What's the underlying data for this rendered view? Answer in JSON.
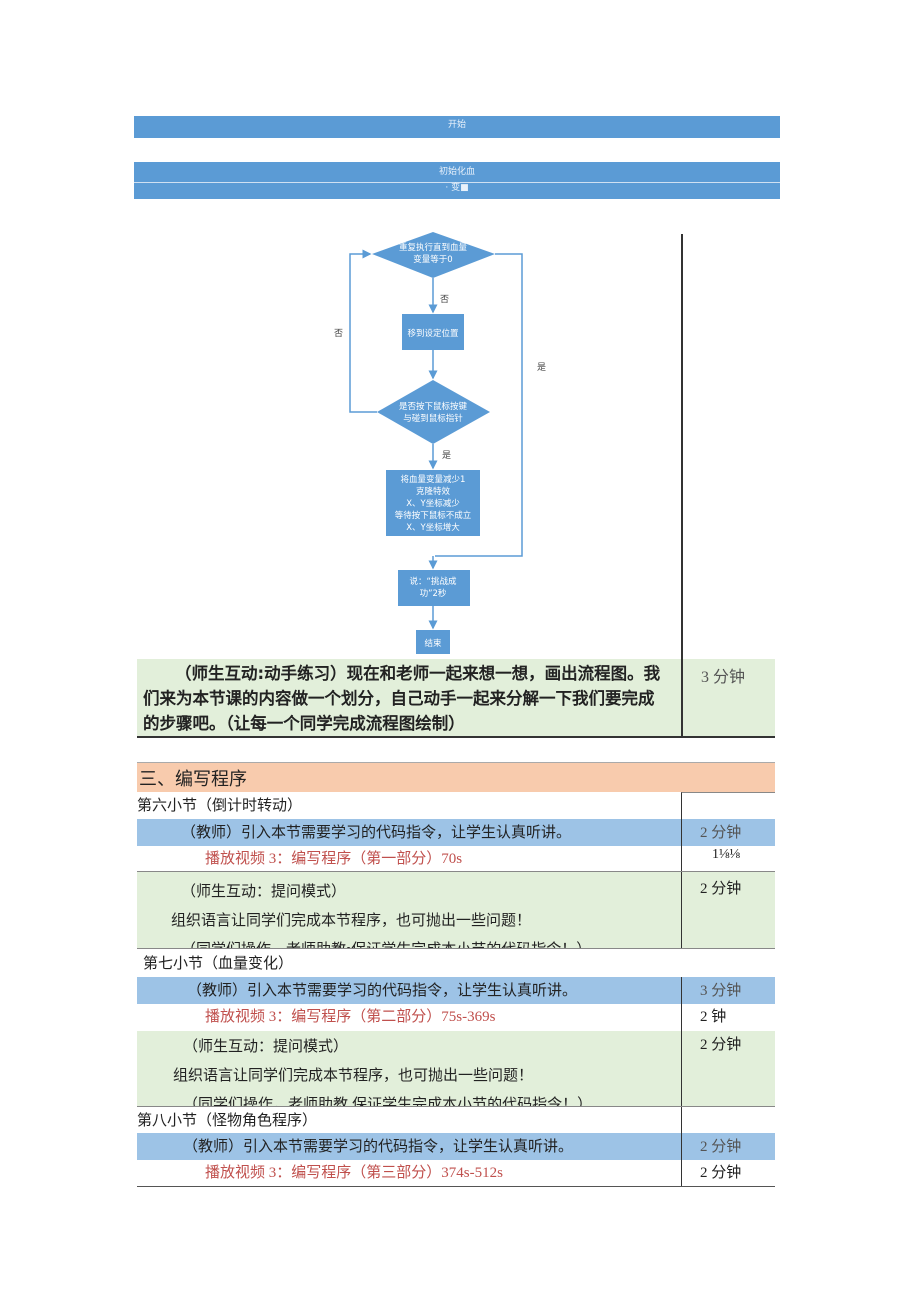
{
  "flowchart_top": {
    "start": "开始",
    "init_line1": "初始化血",
    "init_line2": "· 变■"
  },
  "flowchart": {
    "loop": [
      "重复执行直到血量",
      "变量等于0"
    ],
    "no_label_1": "否",
    "move": "移到设定位置",
    "no_label_2": "否",
    "yes_label_right": "是",
    "check": [
      "是否按下鼠标按键",
      "与碰到鼠标指针"
    ],
    "yes_label_2": "是",
    "action": [
      "将血量变量减少1",
      "克隆特效",
      "X、Y坐标减少",
      "等待按下鼠标不成立",
      "X、Y坐标增大"
    ],
    "say": [
      "说：“挑战成",
      "功”2秒"
    ],
    "end": "结束"
  },
  "interaction": {
    "text_lines": [
      "（师生互动:动手练习）现在和老师一起来想一想，画出流程图。我",
      "们来为本节课的内容做一个划分，自己动手一起来分解一下我们要完成",
      "的步骤吧。（让每一个同学完成流程图绘制）"
    ],
    "time": "3 分钟"
  },
  "section3": {
    "title": "三、编写程序",
    "sub6": {
      "title": "第六小节（倒计时转动）",
      "teacher": "（教师）引入本节需要学习的代码指令，让学生认真听讲。",
      "teacher_time": "2 分钟",
      "video": "播放视频 3：编写程序（第一部分）70s",
      "video_time": "1⅛⅛",
      "interact_lines": [
        "（师生互动：提问模式）",
        "组织语言让同学们完成本节程序，也可抛出一些问题！",
        "（同学们操作，老师助教•保证学生完成本小节的代码指令！）"
      ],
      "interact_time": "2 分钟"
    },
    "sub7": {
      "title": "第七小节（血量变化）",
      "teacher": "（教师）引入本节需要学习的代码指令，让学生认真听讲。",
      "teacher_time": "3 分钟",
      "video": "播放视频 3：编写程序（第二部分）75s-369s",
      "video_time": "2 钟",
      "interact_lines": [
        "（师生互动：提问模式）",
        "组织语言让同学们完成本节程序，也可抛出一些问题！",
        "（同学们操作，老师助教,保证学生完成本小节的代码指令！）"
      ],
      "interact_time": "2 分钟"
    },
    "sub8": {
      "title": "第八小节（怪物角色程序）",
      "teacher": "（教师）引入本节需要学习的代码指令，让学生认真听讲。",
      "teacher_time": "2 分钟",
      "video": "播放视频 3：编写程序（第三部分）374s-512s",
      "video_time": "2 分钟"
    }
  },
  "colors": {
    "flow_blue": "#5b9bd5",
    "row_blue": "#9dc3e6",
    "row_green": "#e2efda",
    "header_orange": "#f8cbad",
    "video_red": "#c0504d"
  }
}
